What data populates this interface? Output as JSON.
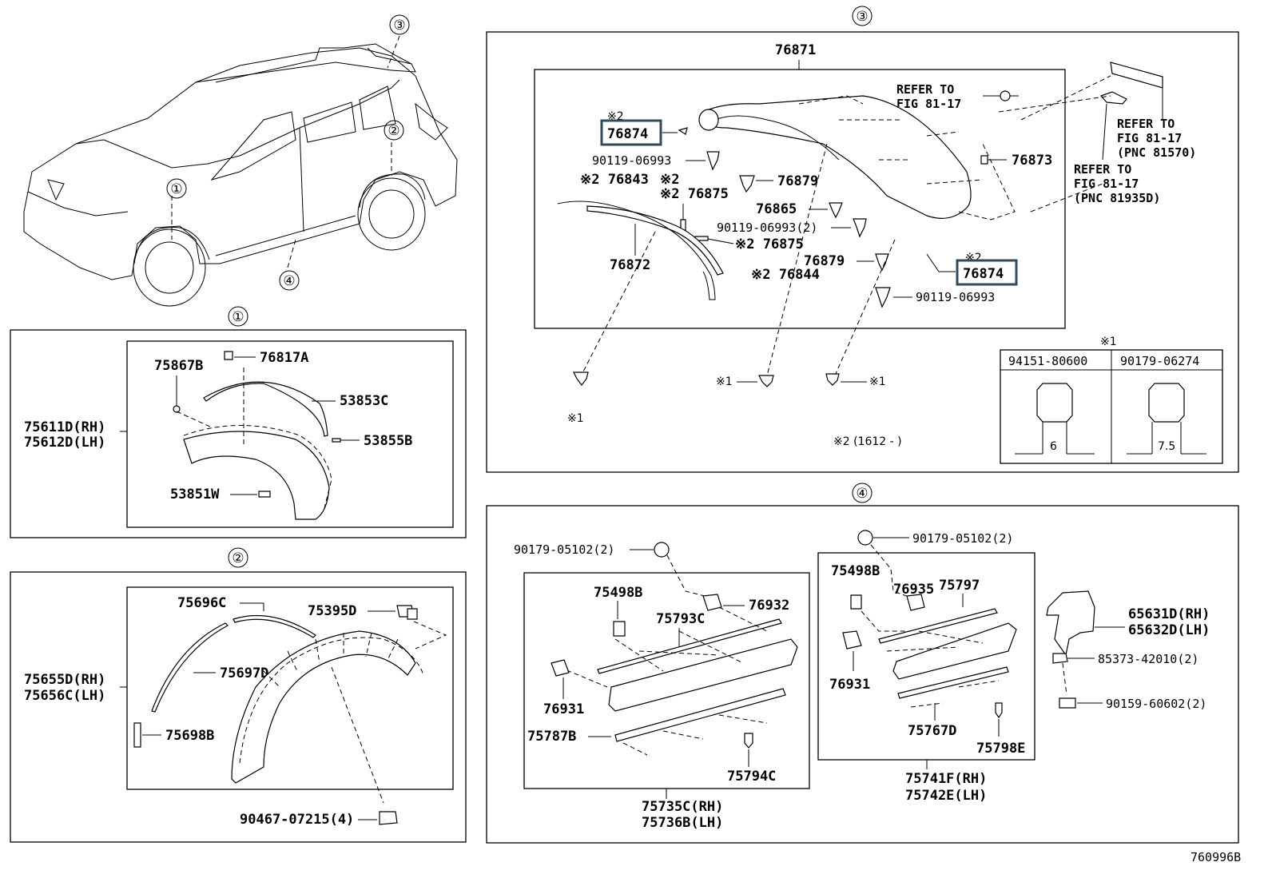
{
  "sections": {
    "s1": {
      "marker": "①"
    },
    "s2": {
      "marker": "②"
    },
    "s3": {
      "marker": "③"
    },
    "s4": {
      "marker": "④"
    }
  },
  "overview": {
    "markers": [
      "①",
      "②",
      "③",
      "④"
    ]
  },
  "sec1": {
    "left_rh": "75611D(RH)",
    "left_lh": "75612D(LH)",
    "p_75867B": "75867B",
    "p_76817A": "76817A",
    "p_53853C": "53853C",
    "p_53855B": "53855B",
    "p_53851W": "53851W"
  },
  "sec2": {
    "left_rh": "75655D(RH)",
    "left_lh": "75656C(LH)",
    "p_75696C": "75696C",
    "p_75395D": "75395D",
    "p_75697D": "75697D",
    "p_75698B": "75698B",
    "p_90467": "90467-07215(4)"
  },
  "sec3": {
    "top": "76871",
    "p_76874_a": "76874",
    "p_76874_b": "76874",
    "mark2": "※2",
    "mark1": "※1",
    "p_90119_a": "90119-06993",
    "p_90119_b": "90119-06993(2)",
    "p_90119_c": "90119-06993",
    "p_76843": "※2 76843",
    "p_76875_a": "※2 76875",
    "p_76875_b": "※2 76875",
    "p_76879_a": "76879",
    "p_76879_b": "76879",
    "p_76865": "76865",
    "p_76873": "76873",
    "p_76872": "76872",
    "p_76844": "※2 76844",
    "ref1_a": "REFER TO",
    "ref1_b": "FIG 81-17",
    "ref2_a": "REFER TO",
    "ref2_b": "FIG 81-17",
    "ref2_c": "(PNC 81570)",
    "ref3_a": "REFER TO",
    "ref3_b": "FIG 81-17",
    "ref3_c": "(PNC 81935D)",
    "note2": "※2 (1612 -    )",
    "table": {
      "header_mark": "※1",
      "col1": "94151-80600",
      "col2": "90179-06274",
      "dim1": "6",
      "dim2": "7.5"
    }
  },
  "sec4": {
    "p_90179_a": "90179-05102(2)",
    "p_90179_b": "90179-05102(2)",
    "p_75498B_a": "75498B",
    "p_75498B_b": "75498B",
    "p_76932": "76932",
    "p_76935": "76935",
    "p_75797": "75797",
    "p_75793C": "75793C",
    "p_76931_a": "76931",
    "p_76931_b": "76931",
    "p_75787B": "75787B",
    "p_75794C": "75794C",
    "p_75767D": "75767D",
    "p_75798E": "75798E",
    "p_75735C": "75735C(RH)",
    "p_75736B": "75736B(LH)",
    "p_75741F": "75741F(RH)",
    "p_75742E": "75742E(LH)",
    "p_65631D": "65631D(RH)",
    "p_65632D": "65632D(LH)",
    "p_85373": "85373-42010(2)",
    "p_90159": "90159-60602(2)"
  },
  "footer": {
    "code": "760996B"
  }
}
